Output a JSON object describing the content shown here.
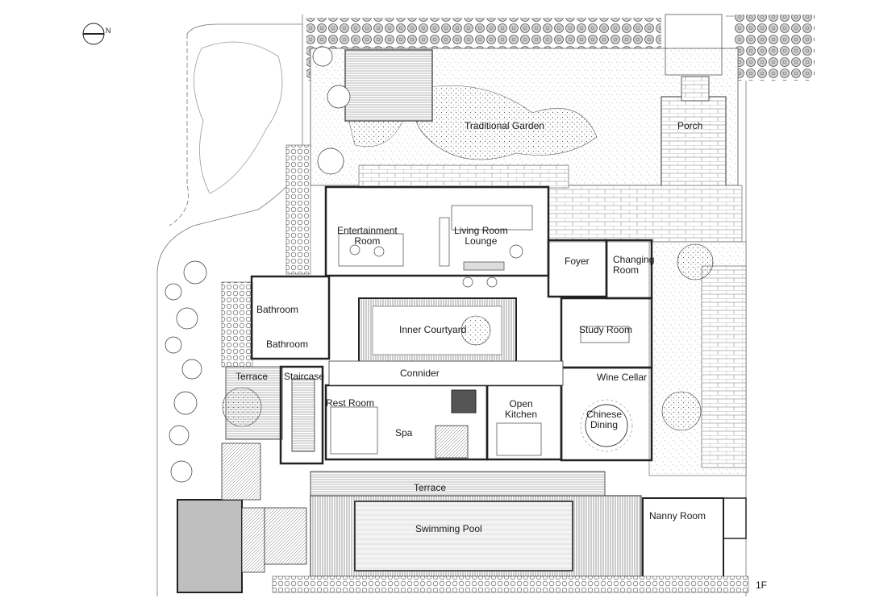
{
  "plan": {
    "level": "1F",
    "north_letter": "N",
    "rooms": {
      "traditional_garden": "Traditional Garden",
      "porch": "Porch",
      "entertainment_room": "Entertainment\nRoom",
      "living_room_lounge": "Living Room\nLounge",
      "foyer": "Foyer",
      "changing_room": "Changing\nRoom",
      "bathroom_1": "Bathroom",
      "bathroom_2": "Bathroom",
      "inner_courtyard": "Inner Courtyard",
      "study_room": "Study Room",
      "terrace_west": "Terrace",
      "staircase": "Staircase",
      "corridor": "Connider",
      "wine_cellar": "Wine Cellar",
      "rest_room": "Rest Room",
      "open_kitchen": "Open\nKitchen",
      "chinese_dining": "Chinese\nDining",
      "spa": "Spa",
      "terrace_south": "Terrace",
      "swimming_pool": "Swimming Pool",
      "nanny_room": "Nanny Room"
    }
  }
}
